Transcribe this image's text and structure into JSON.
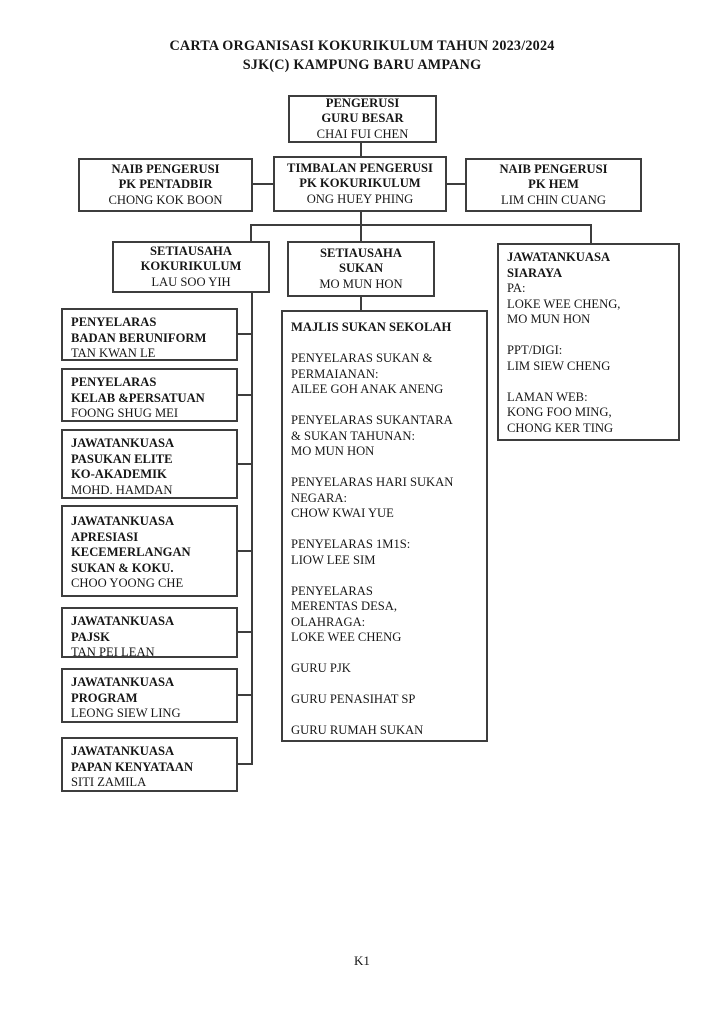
{
  "page": {
    "title_line1": "CARTA ORGANISASI KOKURIKULUM TAHUN 2023/2024",
    "title_line2": "SJK(C) KAMPUNG BARU AMPANG",
    "footer": "K1"
  },
  "colors": {
    "border": "#3d3d3d",
    "text": "#161616",
    "background": "#ffffff"
  },
  "boxes": {
    "pengerusi": {
      "title": "PENGERUSI\nGURU BESAR",
      "name": "CHAI FUI CHEN"
    },
    "naib_pentadbir": {
      "title": "NAIB PENGERUSI\nPK PENTADBIR",
      "name": "CHONG KOK BOON"
    },
    "timbalan": {
      "title": "TIMBALAN PENGERUSI\nPK KOKURIKULUM",
      "name": "ONG HUEY PHING"
    },
    "naib_hem": {
      "title": "NAIB PENGERUSI\nPK HEM",
      "name": "LIM CHIN CUANG"
    },
    "setiausaha_kokurikulum": {
      "title": "SETIAUSAHA\nKOKURIKULUM",
      "name": "LAU SOO YIH"
    },
    "setiausaha_sukan": {
      "title": "SETIAUSAHA\nSUKAN",
      "name": "MO MUN HON"
    },
    "siaraya": {
      "title": "JAWATANKUASA\nSIARAYA",
      "body": "PA:\nLOKE WEE CHENG,\nMO MUN HON\n\nPPT/DIGI:\nLIM SIEW CHENG\n\nLAMAN WEB:\nKONG FOO MING,\nCHONG KER TING"
    },
    "majlis": {
      "title": "MAJLIS SUKAN SEKOLAH",
      "body": "PENYELARAS SUKAN &\nPERMAIANAN:\nAILEE GOH ANAK ANENG\n\nPENYELARAS SUKANTARA\n& SUKAN TAHUNAN:\nMO MUN HON\n\nPENYELARAS HARI SUKAN\nNEGARA:\nCHOW KWAI YUE\n\nPENYELARAS 1M1S:\nLIOW LEE SIM\n\nPENYELARAS\nMERENTAS DESA,\nOLAHRAGA:\nLOKE WEE CHENG\n\nGURU PJK\n\nGURU PENASIHAT SP\n\nGURU RUMAH SUKAN"
    },
    "left_column": [
      {
        "title": "PENYELARAS\nBADAN BERUNIFORM",
        "name": "TAN KWAN LE"
      },
      {
        "title": "PENYELARAS\nKELAB &PERSATUAN",
        "name": "FOONG SHUG MEI"
      },
      {
        "title": "JAWATANKUASA\nPASUKAN ELITE\nKO-AKADEMIK",
        "name": "MOHD. HAMDAN"
      },
      {
        "title": "JAWATANKUASA\nAPRESIASI\nKECEMERLANGAN\nSUKAN & KOKU.",
        "name": "CHOO YOONG CHE"
      },
      {
        "title": "JAWATANKUASA\nPAJSK",
        "name": "TAN PEI LEAN"
      },
      {
        "title": "JAWATANKUASA\nPROGRAM",
        "name": "LEONG SIEW LING"
      },
      {
        "title": "JAWATANKUASA\nPAPAN KENYATAAN",
        "name": "SITI ZAMILA"
      }
    ]
  }
}
